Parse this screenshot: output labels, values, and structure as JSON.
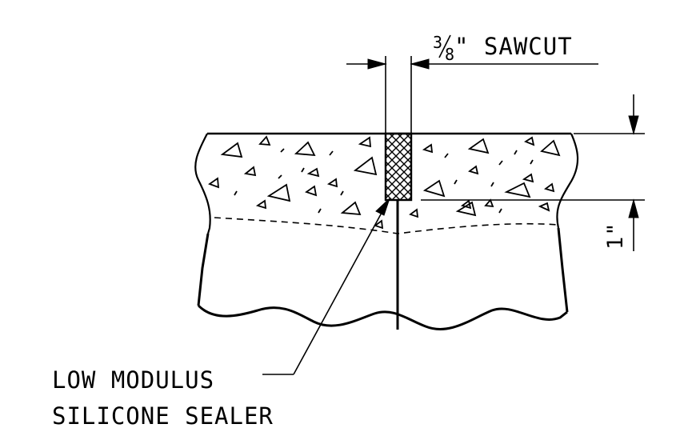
{
  "labels": {
    "sawcut_numerator": "3",
    "sawcut_denominator": "8",
    "sawcut_text": "\" SAWCUT",
    "depth_dimension": "1\"",
    "sealer_line1": "LOW MODULUS",
    "sealer_line2": "SILICONE SEALER"
  },
  "colors": {
    "line": "#000000",
    "background": "#ffffff"
  }
}
